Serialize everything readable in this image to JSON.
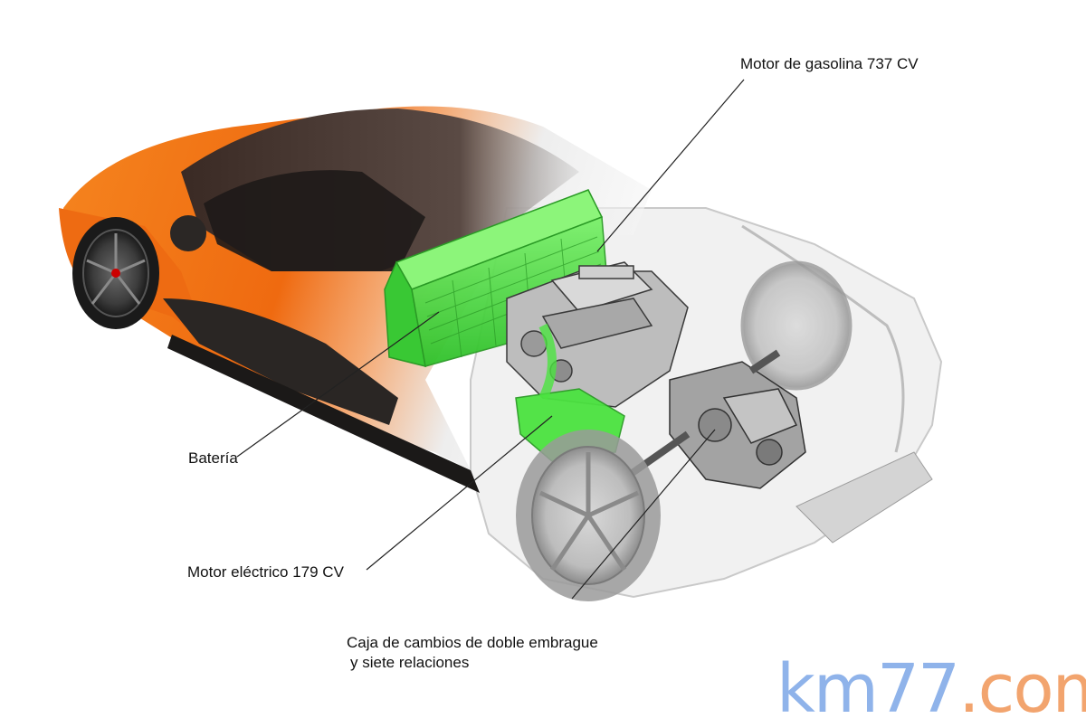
{
  "callouts": {
    "motor_gasolina": "Motor de gasolina 737 CV",
    "bateria": "Batería",
    "motor_electrico": "Motor eléctrico 179 CV",
    "caja_line1": "Caja de cambios de doble embrague",
    "caja_line2": "y siete relaciones"
  },
  "watermark": {
    "part1": "km77",
    "part2": ".com"
  },
  "colors": {
    "body_orange": "#f07318",
    "battery_green": "#3fdc3a",
    "engine_gray": "#9a9a9a",
    "carbon": "#2a2624"
  }
}
